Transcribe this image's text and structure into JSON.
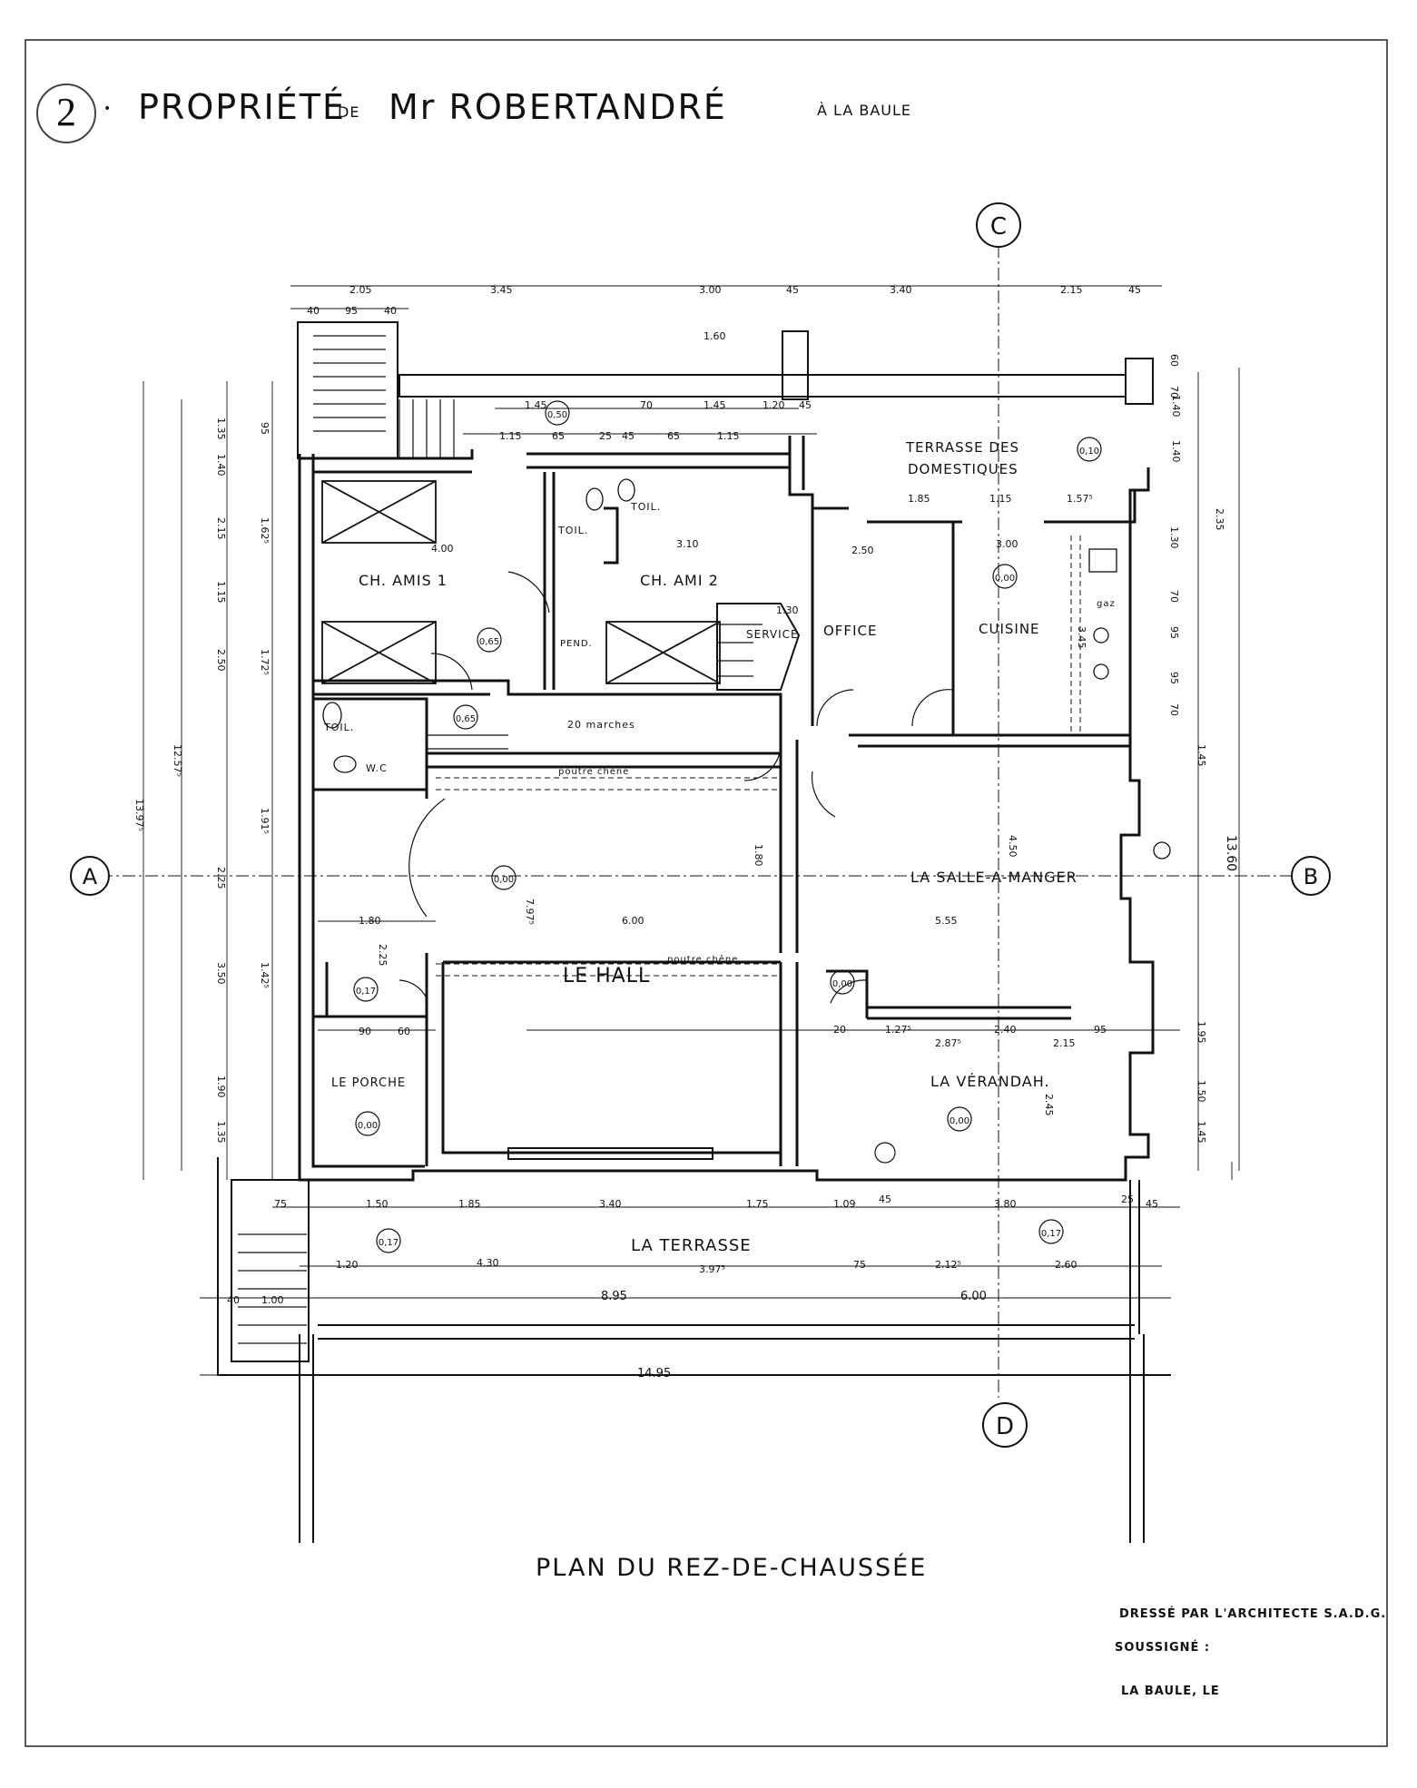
{
  "header": {
    "sheet_number": "2",
    "title_part1": "PROPRIÉTÉ",
    "title_part2": "DE",
    "title_part3": "Mr ROBERTANDRÉ",
    "title_part4": "À LA BAULE"
  },
  "axes": {
    "a": "A",
    "b": "B",
    "c": "C",
    "d": "D"
  },
  "rooms": {
    "terrasse_domestiques_1": "TERRASSE DES",
    "terrasse_domestiques_2": "DOMESTIQUES",
    "ch_amis_1": "CH. AMIS 1",
    "ch_ami_2": "CH. AMI 2",
    "toil_1": "TOIL.",
    "toil_2": "TOIL.",
    "toil_3": "TOIL.",
    "wc": "W.C",
    "pend": "PEND.",
    "service": "SERVICE",
    "office": "OFFICE",
    "cuisine": "CUISINE",
    "salle_a_manger": "LA SALLE-A-MANGER",
    "hall": "LE HALL",
    "porche": "LE PORCHE",
    "verandah": "LA VÉRANDAH.",
    "terrasse": "LA TERRASSE",
    "marches": "20 marches",
    "poutre_1": "poutre chêne",
    "poutre_2": "poutre chêne",
    "gaz": "gaz"
  },
  "levels": [
    "0,50",
    "0,10",
    "0,00",
    "0,65",
    "0,65",
    "0,00",
    "0,17",
    "0,00",
    "0,00",
    "0,17",
    "0,17",
    "0,00"
  ],
  "dims": {
    "top": [
      "2.05",
      "3.45",
      "3.00",
      "45",
      "3.40",
      "2.15",
      "45"
    ],
    "top_sub": [
      "40",
      "95",
      "40"
    ],
    "inner_top": [
      "1.45",
      "70",
      "1.45",
      "1.20",
      "45",
      "1.15",
      "65",
      "25",
      "45",
      "65",
      "1.15",
      "1.60"
    ],
    "left_outer": [
      "13.97⁵",
      "12.57⁵"
    ],
    "left": [
      "1.35",
      "1.40",
      "2.15",
      "1.15",
      "2.50",
      "2.25",
      "3.50",
      "1.90",
      "1.35"
    ],
    "left_sub": [
      "95",
      "1.62⁵",
      "1.72⁵",
      "1.91⁵",
      "1.42⁵"
    ],
    "right_outer": [
      "1.40",
      "1.40",
      "2.35",
      "13.60"
    ],
    "right": [
      "60",
      "70",
      "1.30",
      "70",
      "95",
      "95",
      "70",
      "1.45",
      "1.95",
      "1.50",
      "1.45"
    ],
    "room_w": [
      "4.00",
      "3.10",
      "1.85",
      "1.15",
      "1.57⁵",
      "3.00",
      "2.50",
      "1.30"
    ],
    "hall": [
      "6.00",
      "5.55",
      "1.80",
      "4.50",
      "1.80",
      "7.97⁵",
      "2.25",
      "3.45",
      "2.45"
    ],
    "verandah": [
      "1.27⁵",
      "2.87⁵",
      "2.40",
      "2.15",
      "95",
      "20",
      "60",
      "90"
    ],
    "bottom": [
      "75",
      "1.50",
      "1.85",
      "3.40",
      "1.75",
      "1.09",
      "45",
      "3.80",
      "25",
      "45"
    ],
    "terrace": [
      "1.20",
      "4.30",
      "3.97⁵",
      "75",
      "2.12⁵",
      "2.60",
      "8.95",
      "6.00",
      "14.95",
      "40",
      "1.00"
    ]
  },
  "plan_title": "PLAN DU REZ-DE-CHAUSSÉE",
  "signature": {
    "line1": "DRESSÉ PAR L'ARCHITECTE S.A.D.G.",
    "line2": "SOUSSIGNÉ :",
    "line3": "LA BAULE, LE"
  }
}
